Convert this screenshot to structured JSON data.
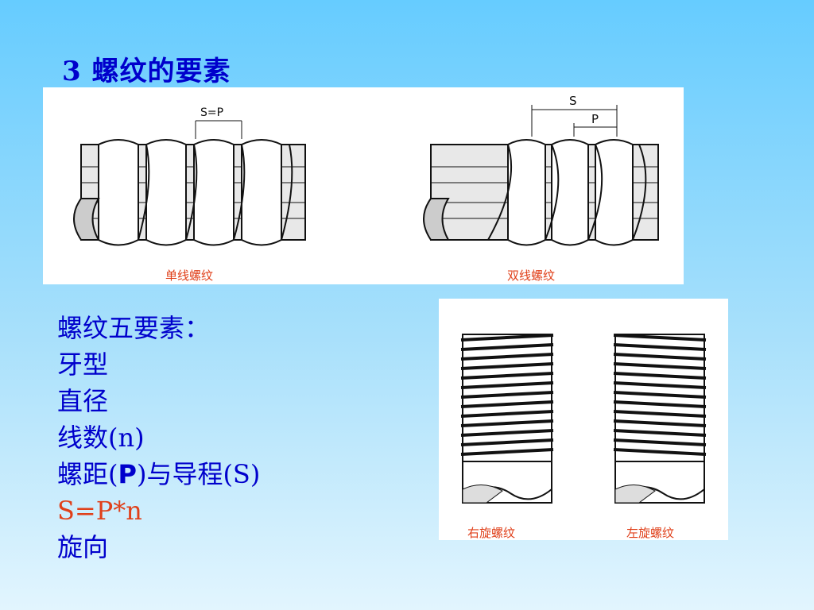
{
  "slide": {
    "title": "3  螺纹的要素",
    "top_figure": {
      "left_label_drawing": "S=P",
      "right_label_s": "S",
      "right_label_p": "P",
      "caption_left": "单线螺纹",
      "caption_right": "双线螺纹"
    },
    "right_figure": {
      "caption_left": "右旋螺纹",
      "caption_right": "左旋螺纹"
    },
    "list": {
      "heading": "螺纹五要素：",
      "item1": "牙型",
      "item2": "直径",
      "item3_prefix": "线数",
      "item3_suffix": "(n)",
      "item4_prefix": "螺距(",
      "item4_bold": "P",
      "item4_suffix": ")与导程(S)",
      "formula": "S=P*n",
      "item5": "旋向"
    },
    "colors": {
      "text": "#0000cc",
      "accent": "#e0401a"
    }
  }
}
